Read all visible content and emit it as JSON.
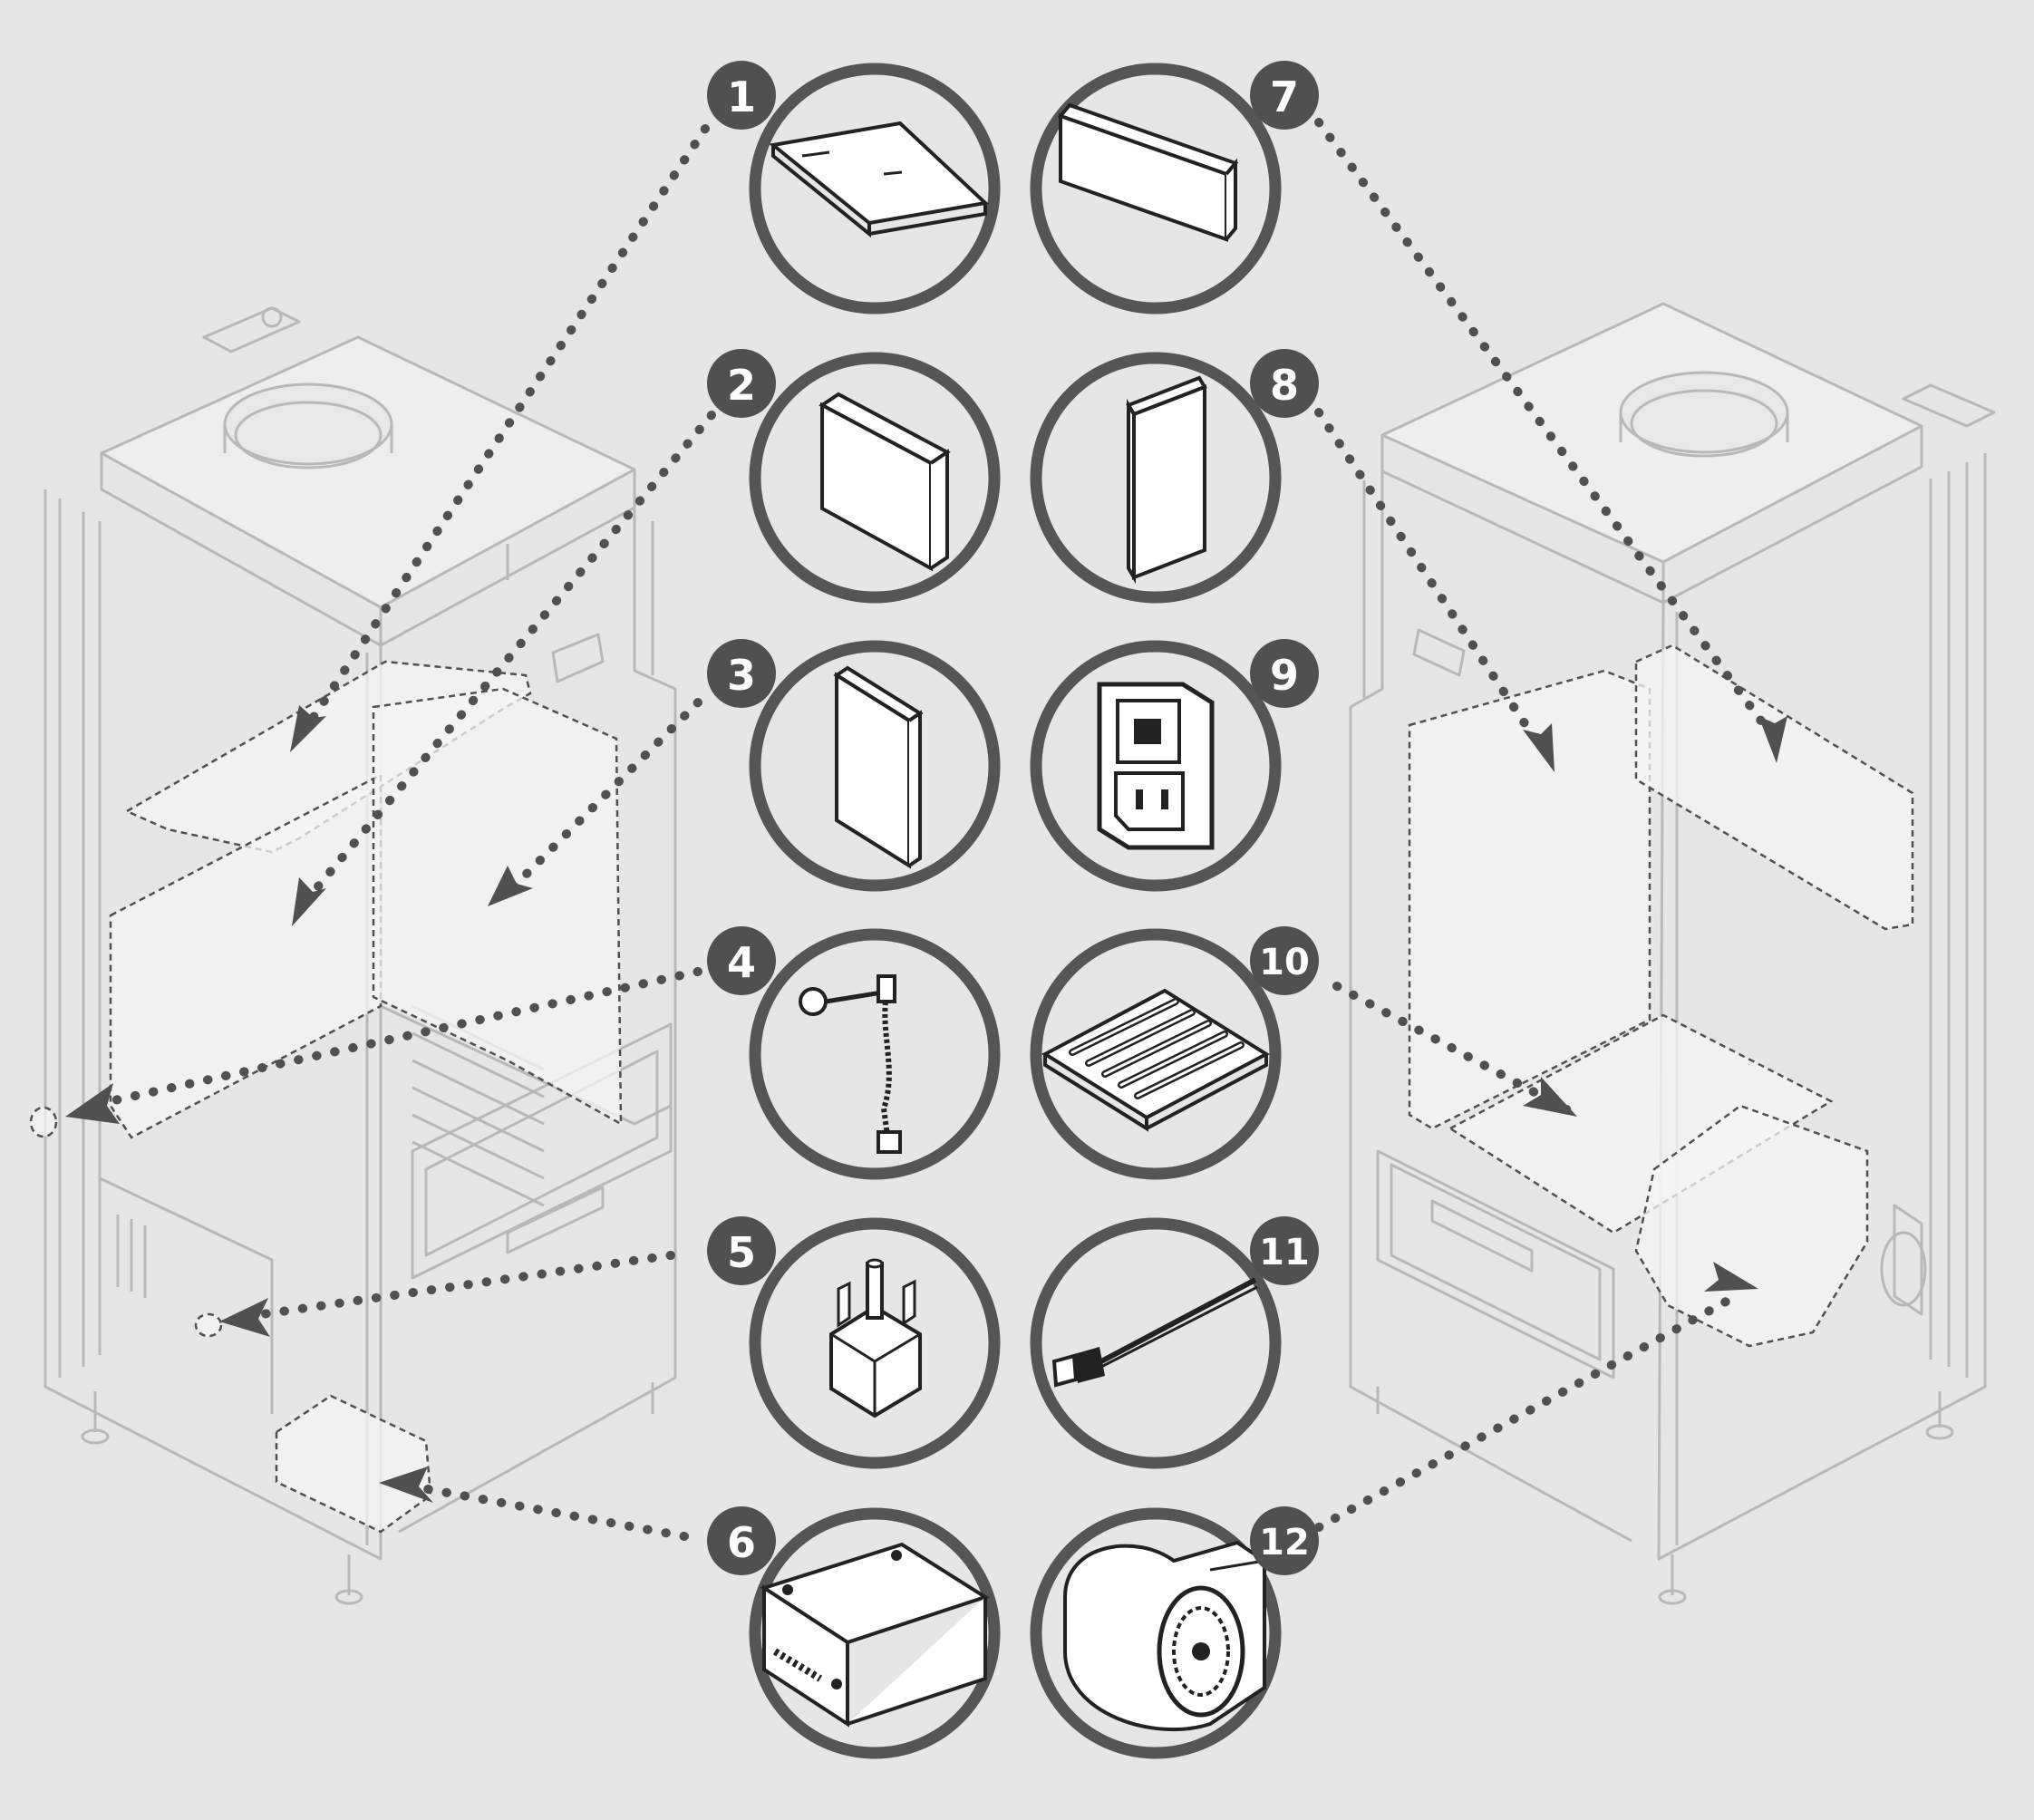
{
  "colors": {
    "background": "#e6e6e6",
    "circle_stroke": "#555555",
    "circle_fill": "#e6e6e6",
    "badge_fill": "#505050",
    "badge_text": "#ffffff",
    "stove_line": "#b8b8b8",
    "panel_fill": "#f4f4f4",
    "dots": "#505050"
  },
  "parts": [
    {
      "number": "1",
      "icon": "top-deflector-plate-icon"
    },
    {
      "number": "2",
      "icon": "back-refractory-panel-icon"
    },
    {
      "number": "3",
      "icon": "side-refractory-panel-icon"
    },
    {
      "number": "4",
      "icon": "temperature-probe-icon"
    },
    {
      "number": "5",
      "icon": "safety-thermostat-icon"
    },
    {
      "number": "6",
      "icon": "control-board-box-icon"
    },
    {
      "number": "7",
      "icon": "upper-refractory-brick-icon"
    },
    {
      "number": "8",
      "icon": "side-brick-icon"
    },
    {
      "number": "9",
      "icon": "power-switch-socket-icon"
    },
    {
      "number": "10",
      "icon": "burn-grate-icon"
    },
    {
      "number": "11",
      "icon": "igniter-resistor-icon"
    },
    {
      "number": "12",
      "icon": "exhaust-fan-icon"
    }
  ]
}
